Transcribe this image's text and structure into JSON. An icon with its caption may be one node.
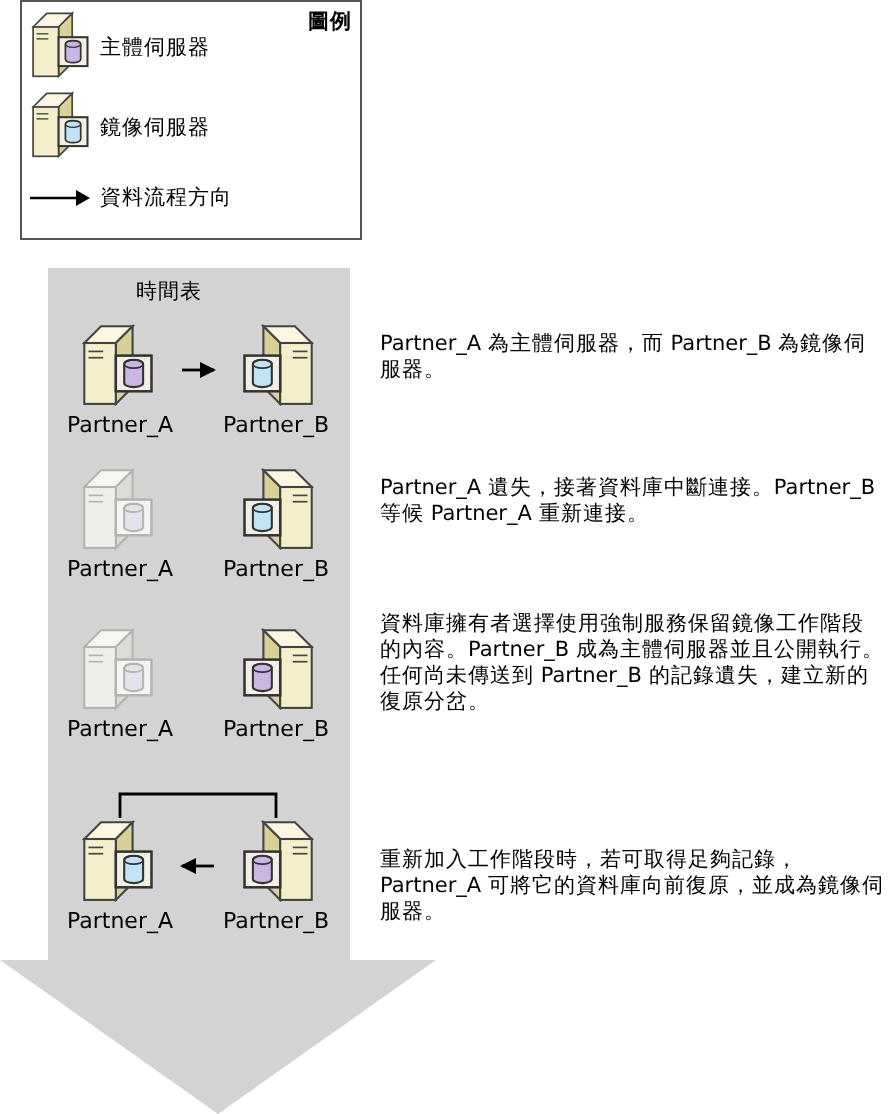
{
  "diagram": {
    "nodes": [
      {
        "text": [
          "時間表"
        ]
      },
      {
        "text": [
          "Partner_A"
        ],
        "in": 0
      },
      {
        "text": [
          "Partner_B"
        ],
        "in": 0
      },
      {
        "text": [
          "Partner_A"
        ],
        "in": 0
      },
      {
        "text": [
          "Partner_B"
        ],
        "in": 0
      },
      {
        "text": [
          "Partner_A"
        ],
        "in": 0
      },
      {
        "text": [
          "Partner_B"
        ],
        "in": 0
      },
      {
        "text": [
          "Partner_A"
        ],
        "in": 0
      },
      {
        "text": [
          "Partner_B"
        ],
        "in": 0
      }
    ],
    "edges": [
      {
        "from": 1,
        "to": 2,
        "arrow": "to"
      },
      {
        "from": 8,
        "to": 7,
        "arrow": "to"
      },
      {
        "from": 7,
        "to": 8,
        "arrow": "none"
      }
    ],
    "labels": [
      "圖例",
      "Partner_A 為主體伺服器，而 Partner_B 為鏡像伺服器。",
      "Partner_A 遺失，接著資料庫中斷連接。Partner_B 等候 Partner_A 重新連接。",
      "資料庫擁有者選擇使用強制服務保留鏡像工作階段的內容。Partner_B 成為主體伺服器並且公開執行。任何尚未傳送到 Partner_B 的記錄遺失，建立新的復原分岔。",
      "重新加入工作階段時，若可取得足夠記錄，Partner_A 可將它的資料庫向前復原，並成為鏡像伺服器。"
    ],
    "legend": [
      {
        "text": "主體伺服器"
      },
      {
        "text": "鏡像伺服器"
      },
      {
        "text": "資料流程方向"
      }
    ]
  }
}
